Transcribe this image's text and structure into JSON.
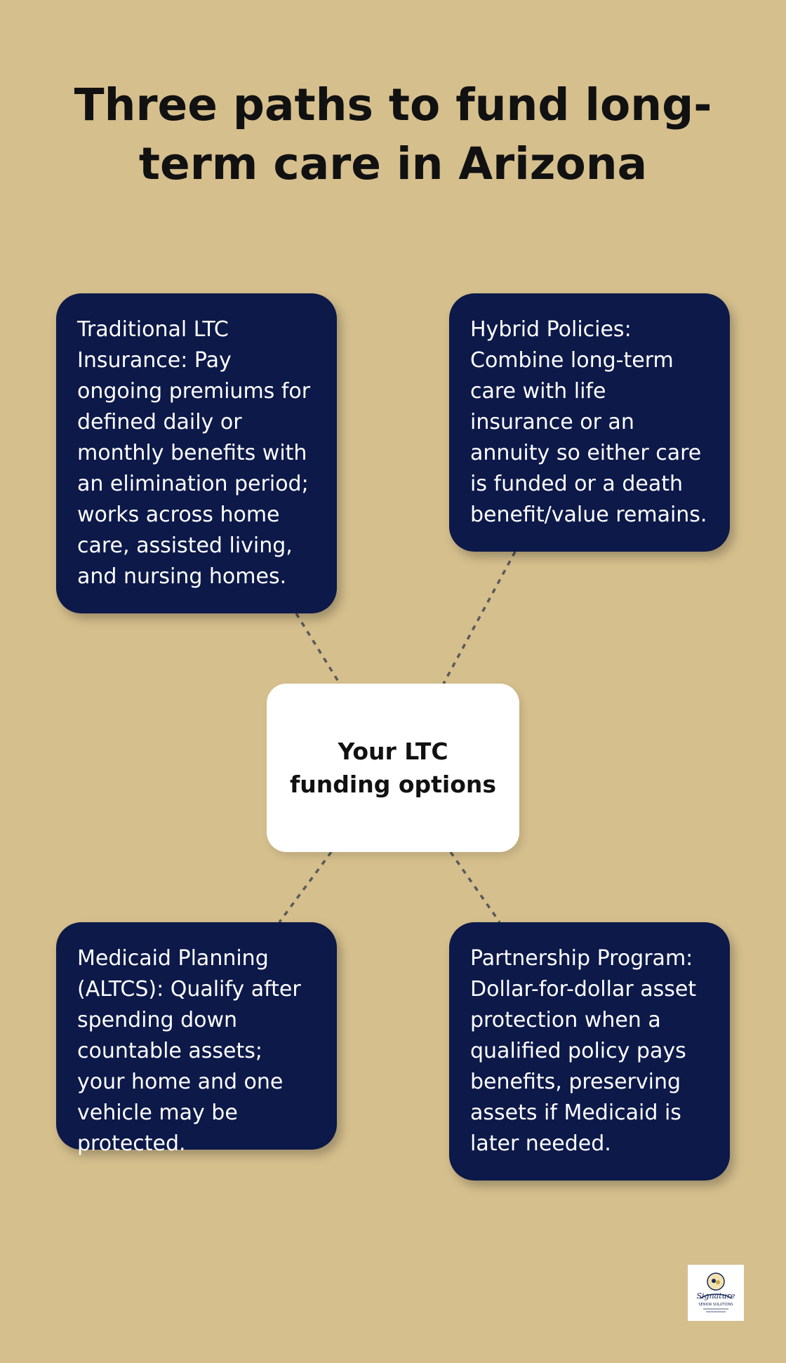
{
  "title": "Three paths to fund long-term care in Arizona",
  "center": {
    "label": "Your LTC funding options"
  },
  "cards": {
    "top_left": "Traditional LTC Insurance: Pay ongoing premiums for defined daily or monthly benefits with an elimination period; works across home care, assisted living, and nursing homes.",
    "top_right": "Hybrid Policies: Combine long-term care with life insurance or an annuity so either care is funded or a death benefit/value remains.",
    "bottom_left": "Medicaid Planning (ALTCS): Qualify after spending down countable assets; your home and one vehicle may be protected.",
    "bottom_right": "Partnership Program: Dollar-for-dollar asset protection when a qualified policy pays benefits, preserving assets if Medicaid is later needed."
  },
  "colors": {
    "background": "#d5bf8d",
    "card": "#0c1949",
    "connector": "#5a5a5a",
    "center": "#ffffff"
  },
  "logo": {
    "text": "Signature",
    "subtext": "SENIOR SOLUTIONS"
  }
}
